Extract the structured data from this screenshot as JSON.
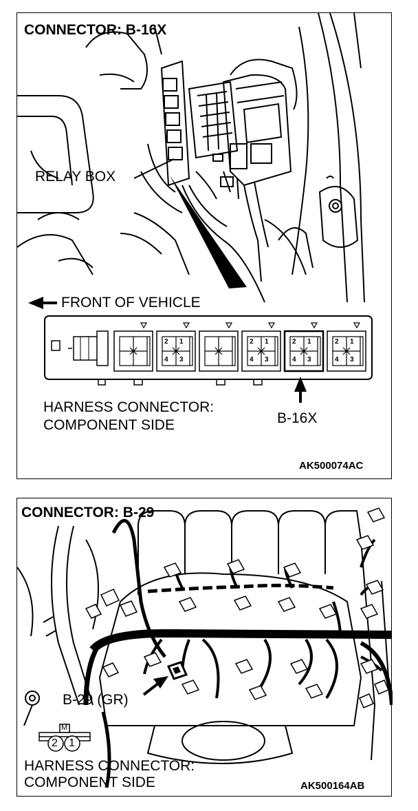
{
  "top": {
    "title": "CONNECTOR: B-16X",
    "relay_box_label": "RELAY BOX",
    "front_label": "FRONT OF VEHICLE",
    "harness_line1": "HARNESS CONNECTOR:",
    "harness_line2": "COMPONENT SIDE",
    "connector_callout": "B-16X",
    "figure_code": "AK500074AC",
    "pin_labels": [
      "2",
      "1",
      "4",
      "3"
    ]
  },
  "bottom": {
    "title": "CONNECTOR: B-29",
    "connector_callout": "B-29 (GR)",
    "terminal_tag": "M",
    "pin_labels": [
      "2",
      "1"
    ],
    "harness_line1": "HARNESS CONNECTOR:",
    "harness_line2": "COMPONENT SIDE",
    "figure_code": "AK500164AB"
  }
}
